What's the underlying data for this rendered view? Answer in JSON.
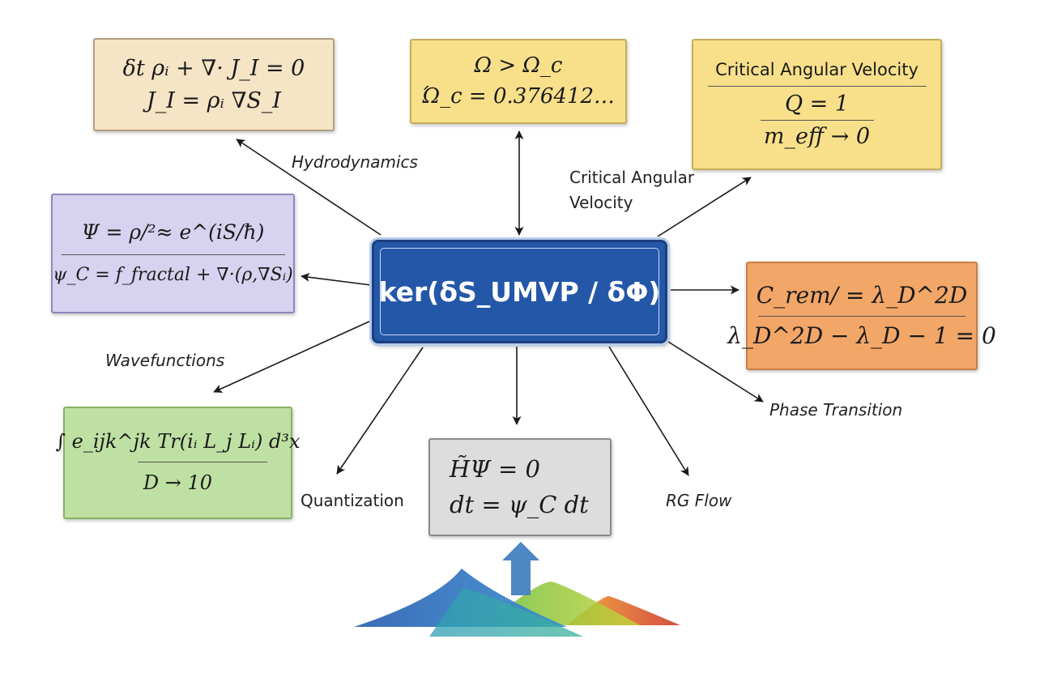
{
  "central": {
    "formula": "ker(δS_UMVP / δΦ)"
  },
  "boxes": {
    "hydrodynamics": {
      "line1": "δt ρᵢ + ∇· J_I = 0",
      "line2": "J_I = ρᵢ ∇S_I"
    },
    "omega": {
      "line1": "Ω > Ω_c",
      "line2": "Ώ_c = 0.376412…"
    },
    "critical": {
      "title": "Critical Angular Velocity",
      "line1": "Q = 1",
      "line2": "m_eff → 0"
    },
    "wavefunctions": {
      "line1": "Ψ = ρ/²≈ e^(iS/ħ)",
      "line2": "ψ_C = f_fractal + ∇·(ρ,∇Sᵢ)"
    },
    "phase": {
      "line1": "C_rem/ = λ_D^2D",
      "line2": "λ_D^2D − λ_D − 1 = 0"
    },
    "string": {
      "line1": "∫ e_ijk^jk Tr(iᵢ L_j Lᵢ) d³x",
      "line2": "D → 10"
    },
    "quantization": {
      "line1": "H̃Ψ = 0",
      "line2": "dt = ψ_C dt"
    }
  },
  "labels": {
    "hydrodynamics": "Hydrodynamics",
    "critical_velocity_line1": "Critical Angular",
    "critical_velocity_line2": "Velocity",
    "wavefunctions": "Wavefunctions",
    "phase_transition": "Phase Transition",
    "quantization": "Quantization",
    "rg_flow": "RG Flow"
  },
  "colors": {
    "central": "#2457a8",
    "hydrodynamics_box": "#f6e4c6",
    "omega_box": "#f8e08b",
    "critical_box": "#f8e08b",
    "wavefunctions_box": "#d6d2ef",
    "phase_box": "#f2a668",
    "string_box": "#bfe0a3",
    "quantization_box": "#dddddd",
    "arrow": "#1a1a1a"
  }
}
